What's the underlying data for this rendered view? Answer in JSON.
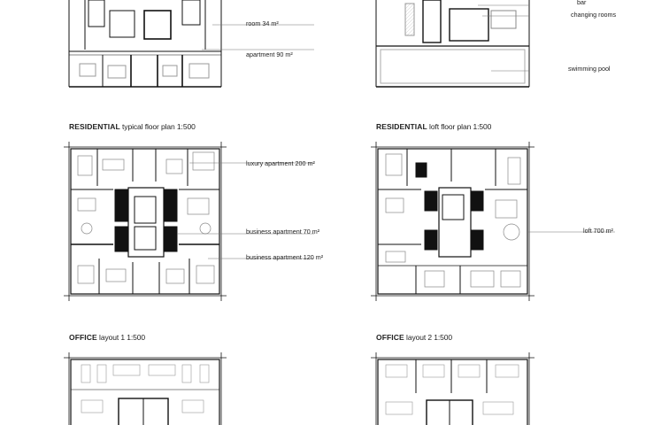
{
  "panels": [
    {
      "key": "hotel",
      "callouts": [
        "room 34 m²",
        "apartment 90 m²"
      ]
    },
    {
      "key": "amenity",
      "callouts": [
        "bar",
        "changing rooms",
        "swimming pool"
      ]
    },
    {
      "key": "res_typical",
      "title_bold": "RESIDENTIAL",
      "title_rest": "typical floor plan 1:500",
      "callouts": [
        "luxury apartment 200 m²",
        "business apartment 70 m²",
        "business apartment 120 m²"
      ]
    },
    {
      "key": "res_loft",
      "title_bold": "RESIDENTIAL",
      "title_rest": "loft floor plan 1:500",
      "callouts": [
        "loft 700 m²"
      ]
    },
    {
      "key": "office1",
      "title_bold": "OFFICE",
      "title_rest": "layout 1 1:500",
      "callouts": []
    },
    {
      "key": "office2",
      "title_bold": "OFFICE",
      "title_rest": "layout 2 1:500",
      "callouts": []
    }
  ]
}
